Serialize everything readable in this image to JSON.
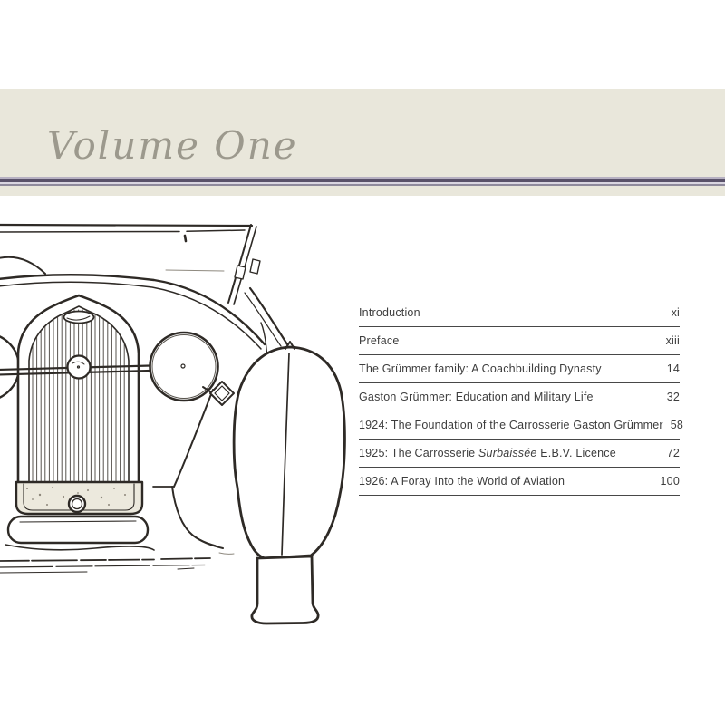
{
  "header": {
    "title": "Volume One",
    "band_color": "#e9e7db",
    "title_color": "#9c998d",
    "rule_colors": {
      "dark_purple": "#595169",
      "light_lavender": "#d9d5e0",
      "gray_purple": "#8f8a9c"
    }
  },
  "illustration": {
    "description": "pencil sketch of vintage car front: windscreen, radiator grille, headlamp, wing and tyre",
    "stroke_color": "#2e2a26"
  },
  "toc": {
    "text_color": "#3d3d3d",
    "divider_color": "#474747",
    "entries": [
      {
        "label": "Introduction",
        "page": "xi"
      },
      {
        "label": "Preface",
        "page": "xiii"
      },
      {
        "label": "The Grümmer family: A Coachbuilding Dynasty",
        "page": "14"
      },
      {
        "label": "Gaston Grümmer: Education and Military Life",
        "page": "32"
      },
      {
        "label": "1924: The Foundation of the Carrosserie Gaston Grümmer",
        "page": "58"
      },
      {
        "parts": {
          "pre": "1925: The Carrosserie ",
          "italic": "Surbaissée",
          "post": " E.B.V. Licence"
        },
        "page": "72"
      },
      {
        "label": "1926: A Foray Into the World of Aviation",
        "page": "100"
      }
    ]
  }
}
